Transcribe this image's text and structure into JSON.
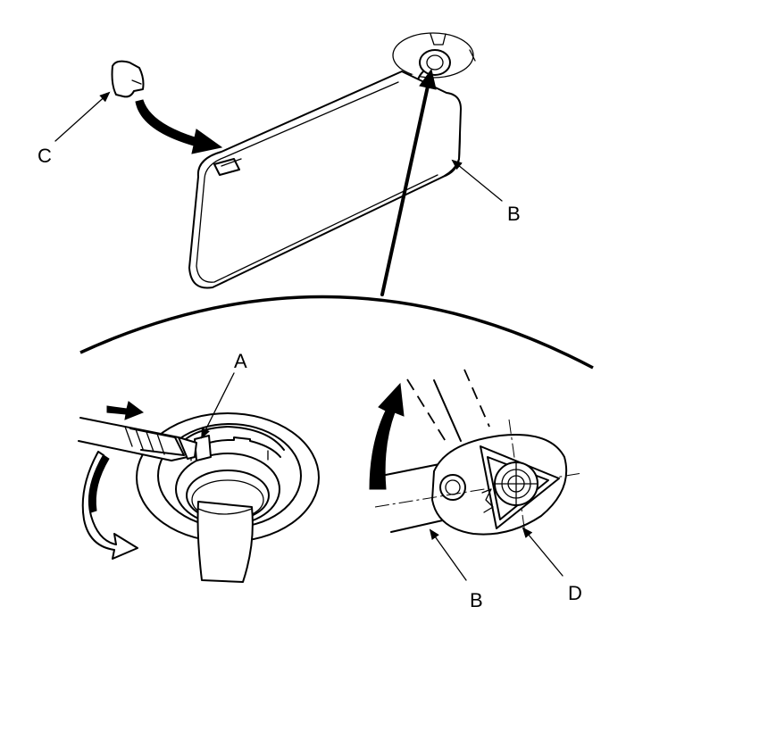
{
  "callouts": {
    "a": "A",
    "b_top": "B",
    "b_bottom": "B",
    "c": "C",
    "d": "D"
  },
  "colors": {
    "line": "#000000",
    "background": "#ffffff"
  }
}
